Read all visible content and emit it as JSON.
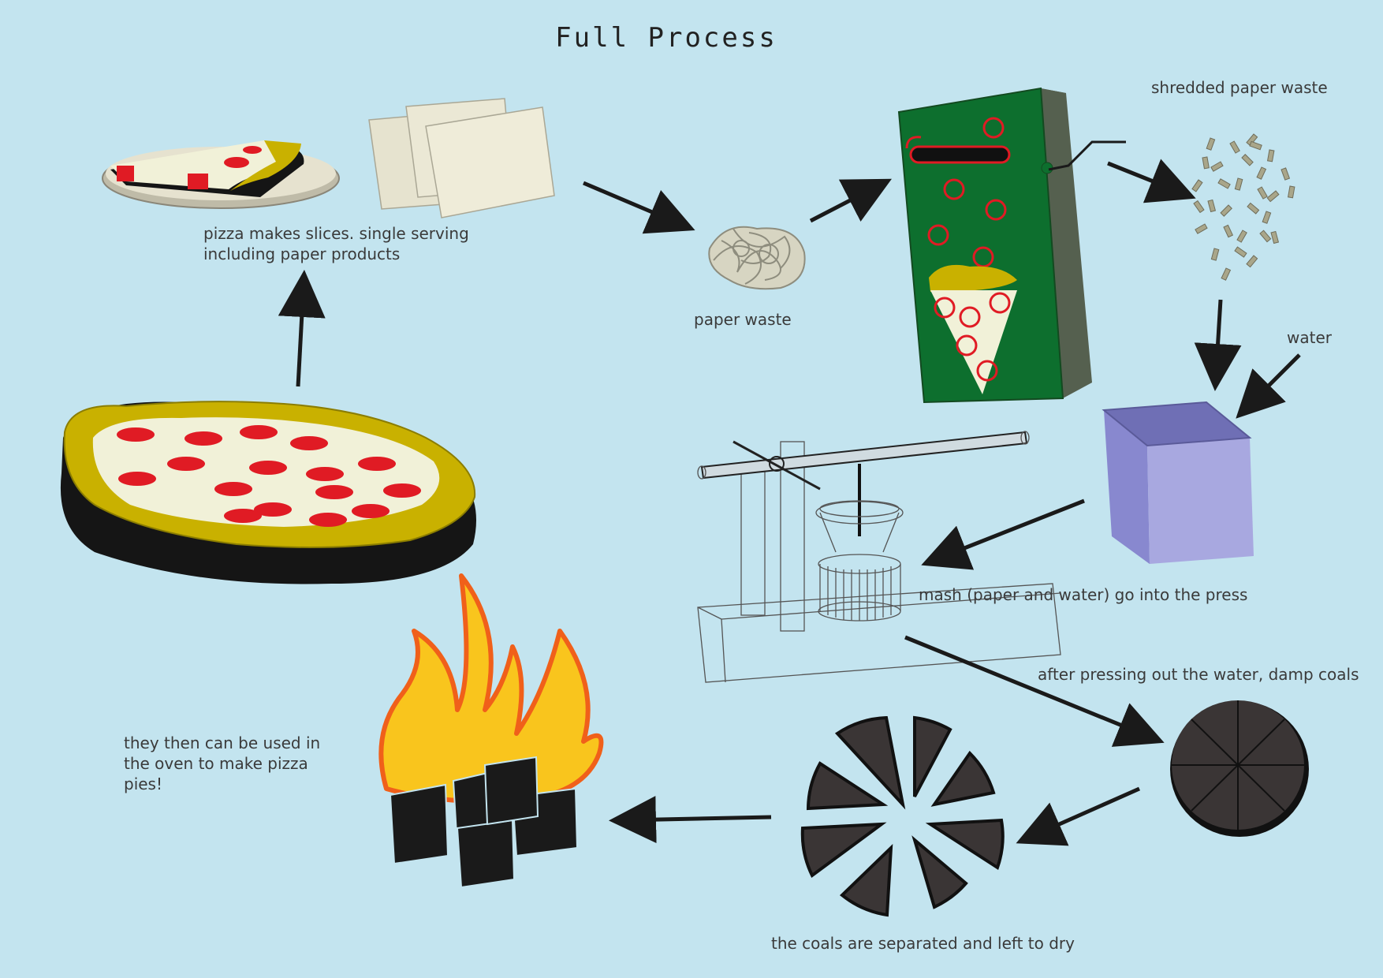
{
  "title": "Full Process",
  "labels": {
    "slices": "pizza makes slices. single serving\nincluding paper products",
    "paper_waste": "paper waste",
    "shredded": "shredded paper waste",
    "water": "water",
    "mash": "mash (paper and water) go into the press",
    "damp_coals": "after pressing out the water, damp coals",
    "separated": "the coals are separated and left to dry",
    "oven": "they then can be used in\nthe oven to make pizza\npies!"
  },
  "colors": {
    "background": "#c3e4ef",
    "arrow": "#1a1a1a",
    "pepperoni": "#e01b24",
    "crust": "#c9b100",
    "cheese": "#f1f1d8",
    "shredder": "#0d6f2e",
    "water_box": "#9f9fdc",
    "coal": "#2e2a2a",
    "flame_yellow": "#f9c51d",
    "flame_orange": "#f0601a"
  },
  "icons": [
    "pizza-slice-plate-icon",
    "napkins-icon",
    "paper-waste-icon",
    "shredder-machine-icon",
    "shredded-paper-icon",
    "water-box-icon",
    "press-machine-icon",
    "damp-coal-disc-icon",
    "separated-coals-icon",
    "fire-coals-icon",
    "whole-pizza-icon"
  ]
}
